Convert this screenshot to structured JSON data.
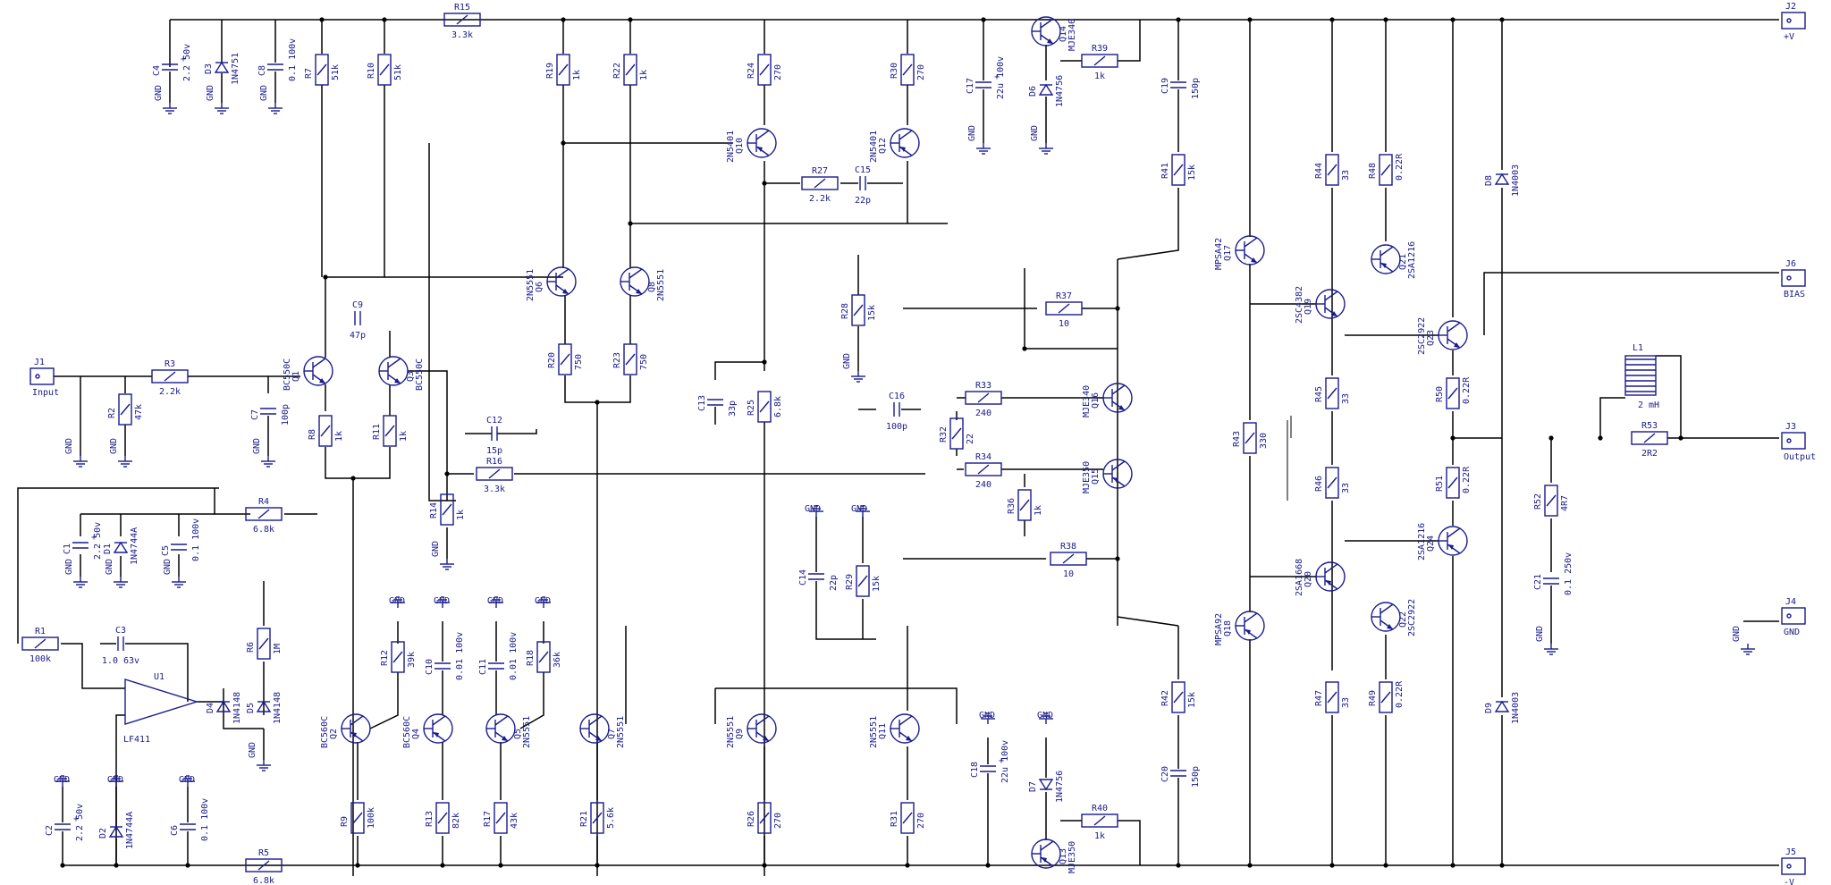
{
  "ground_label": "GND",
  "resistors": [
    {
      "ref": "R15",
      "value": "3.3k"
    },
    {
      "ref": "R7",
      "value": "51k"
    },
    {
      "ref": "R10",
      "value": "51k"
    },
    {
      "ref": "R19",
      "value": "1k"
    },
    {
      "ref": "R22",
      "value": "1k"
    },
    {
      "ref": "R24",
      "value": "270"
    },
    {
      "ref": "R30",
      "value": "270"
    },
    {
      "ref": "R39",
      "value": "1k"
    },
    {
      "ref": "R27",
      "value": "2.2k"
    },
    {
      "ref": "R41",
      "value": "15k"
    },
    {
      "ref": "R44",
      "value": "33"
    },
    {
      "ref": "R48",
      "value": "0.22R"
    },
    {
      "ref": "R3",
      "value": "2.2k"
    },
    {
      "ref": "R2",
      "value": "47k"
    },
    {
      "ref": "R20",
      "value": "750"
    },
    {
      "ref": "R23",
      "value": "750"
    },
    {
      "ref": "R28",
      "value": "15k"
    },
    {
      "ref": "R37",
      "value": "10"
    },
    {
      "ref": "R25",
      "value": "6.8k"
    },
    {
      "ref": "R33",
      "value": "240"
    },
    {
      "ref": "R32",
      "value": "22"
    },
    {
      "ref": "R34",
      "value": "240"
    },
    {
      "ref": "R16",
      "value": "3.3k"
    },
    {
      "ref": "R8",
      "value": "1k"
    },
    {
      "ref": "R11",
      "value": "1k"
    },
    {
      "ref": "R14",
      "value": "1k"
    },
    {
      "ref": "R4",
      "value": "6.8k"
    },
    {
      "ref": "R36",
      "value": "1k"
    },
    {
      "ref": "R43",
      "value": "330"
    },
    {
      "ref": "R45",
      "value": "33"
    },
    {
      "ref": "R50",
      "value": "0.22R"
    },
    {
      "ref": "R46",
      "value": "33"
    },
    {
      "ref": "R51",
      "value": "0.22R"
    },
    {
      "ref": "R52",
      "value": "4R7"
    },
    {
      "ref": "R53",
      "value": "2R2"
    },
    {
      "ref": "R38",
      "value": "10"
    },
    {
      "ref": "R29",
      "value": "15k"
    },
    {
      "ref": "R1",
      "value": "100k"
    },
    {
      "ref": "R6",
      "value": "1M"
    },
    {
      "ref": "R12",
      "value": "39k"
    },
    {
      "ref": "R18",
      "value": "36k"
    },
    {
      "ref": "R42",
      "value": "15k"
    },
    {
      "ref": "R47",
      "value": "33"
    },
    {
      "ref": "R49",
      "value": "0.22R"
    },
    {
      "ref": "R9",
      "value": "100k"
    },
    {
      "ref": "R13",
      "value": "82k"
    },
    {
      "ref": "R17",
      "value": "43k"
    },
    {
      "ref": "R21",
      "value": "5.6k"
    },
    {
      "ref": "R26",
      "value": "270"
    },
    {
      "ref": "R31",
      "value": "270"
    },
    {
      "ref": "R40",
      "value": "1k"
    },
    {
      "ref": "R5",
      "value": "6.8k"
    }
  ],
  "capacitors": [
    {
      "ref": "C4",
      "value": "2.2 50v"
    },
    {
      "ref": "C8",
      "value": "0.1 100v"
    },
    {
      "ref": "C17",
      "value": "22u 100v"
    },
    {
      "ref": "C19",
      "value": "150p"
    },
    {
      "ref": "C15",
      "value": "22p"
    },
    {
      "ref": "C9",
      "value": "47p"
    },
    {
      "ref": "C7",
      "value": "100p"
    },
    {
      "ref": "C12",
      "value": "15p"
    },
    {
      "ref": "C13",
      "value": "33p"
    },
    {
      "ref": "C16",
      "value": "100p"
    },
    {
      "ref": "C1",
      "value": "2.2 50v"
    },
    {
      "ref": "C5",
      "value": "0.1 100v"
    },
    {
      "ref": "C14",
      "value": "22p"
    },
    {
      "ref": "C21",
      "value": "0.1 250v"
    },
    {
      "ref": "C3",
      "value": "1.0 63v"
    },
    {
      "ref": "C10",
      "value": "0.01 100v"
    },
    {
      "ref": "C11",
      "value": "0.01 100v"
    },
    {
      "ref": "C20",
      "value": "150p"
    },
    {
      "ref": "C18",
      "value": "22u 100v"
    },
    {
      "ref": "C2",
      "value": "2.2 50v"
    },
    {
      "ref": "C6",
      "value": "0.1 100v"
    }
  ],
  "diodes": [
    {
      "ref": "D3",
      "value": "1N4751"
    },
    {
      "ref": "D6",
      "value": "1N4756"
    },
    {
      "ref": "D8",
      "value": "1N4003"
    },
    {
      "ref": "D1",
      "value": "1N4744A"
    },
    {
      "ref": "D4",
      "value": "1N4148"
    },
    {
      "ref": "D5",
      "value": "1N4148"
    },
    {
      "ref": "D9",
      "value": "1N4003"
    },
    {
      "ref": "D7",
      "value": "1N4756"
    },
    {
      "ref": "D2",
      "value": "1N4744A"
    }
  ],
  "transistors": [
    {
      "ref": "Q14",
      "value": "MJE340"
    },
    {
      "ref": "Q10",
      "value": "2N5401"
    },
    {
      "ref": "Q12",
      "value": "2N5401"
    },
    {
      "ref": "Q6",
      "value": "2N5551"
    },
    {
      "ref": "Q8",
      "value": "2N5551"
    },
    {
      "ref": "Q17",
      "value": "MPSA42"
    },
    {
      "ref": "Q21",
      "value": "2SA1216"
    },
    {
      "ref": "Q19",
      "value": "2SC4382"
    },
    {
      "ref": "Q23",
      "value": "2SC2922"
    },
    {
      "ref": "Q1",
      "value": "BC550C"
    },
    {
      "ref": "Q3",
      "value": "BC550C"
    },
    {
      "ref": "Q16",
      "value": "MJE340"
    },
    {
      "ref": "Q15",
      "value": "MJE350"
    },
    {
      "ref": "Q24",
      "value": "2SA1216"
    },
    {
      "ref": "Q20",
      "value": "2SA1668"
    },
    {
      "ref": "Q18",
      "value": "MPSA92"
    },
    {
      "ref": "Q22",
      "value": "2SC2922"
    },
    {
      "ref": "Q2",
      "value": "BC560C"
    },
    {
      "ref": "Q4",
      "value": "BC560C"
    },
    {
      "ref": "Q5",
      "value": "2N5551"
    },
    {
      "ref": "Q7",
      "value": "2N5551"
    },
    {
      "ref": "Q9",
      "value": "2N5551"
    },
    {
      "ref": "Q11",
      "value": "2N5551"
    },
    {
      "ref": "Q13",
      "value": "MJE350"
    }
  ],
  "opamp": {
    "ref": "U1",
    "value": "LF411"
  },
  "inductor": {
    "ref": "L1",
    "value": "2 mH"
  },
  "connectors": [
    {
      "ref": "J1",
      "label": "Input"
    },
    {
      "ref": "J2",
      "label": "+V"
    },
    {
      "ref": "J6",
      "label": "BIAS"
    },
    {
      "ref": "J3",
      "label": "Output"
    },
    {
      "ref": "J4",
      "label": "GND"
    },
    {
      "ref": "J5",
      "label": "-V"
    }
  ],
  "colors": {
    "symbol": "#1a1a8c",
    "wire": "#000000",
    "background": "#ffffff"
  }
}
